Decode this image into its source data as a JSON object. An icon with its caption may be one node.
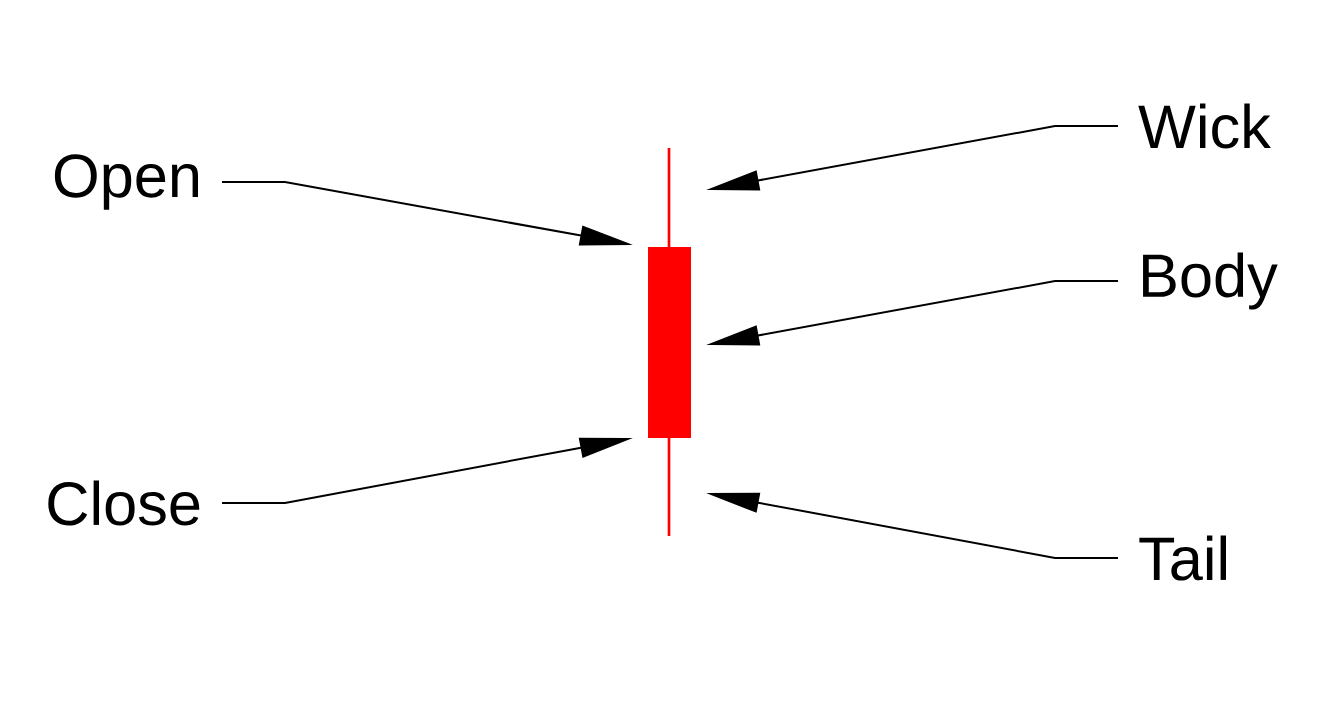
{
  "diagram": {
    "nodes": [
      {
        "text": [
          "Wick"
        ]
      },
      {
        "text": [
          "Open"
        ]
      },
      {
        "text": [
          "Body"
        ]
      },
      {
        "text": [
          "Close"
        ]
      },
      {
        "text": [
          "Tail"
        ]
      }
    ],
    "edges": [
      {
        "from": 0,
        "to": null,
        "arrow": "to"
      },
      {
        "from": 1,
        "to": null,
        "arrow": "to"
      },
      {
        "from": 2,
        "to": null,
        "arrow": "to"
      },
      {
        "from": 3,
        "to": null,
        "arrow": "to"
      },
      {
        "from": 4,
        "to": null,
        "arrow": "to"
      }
    ]
  }
}
